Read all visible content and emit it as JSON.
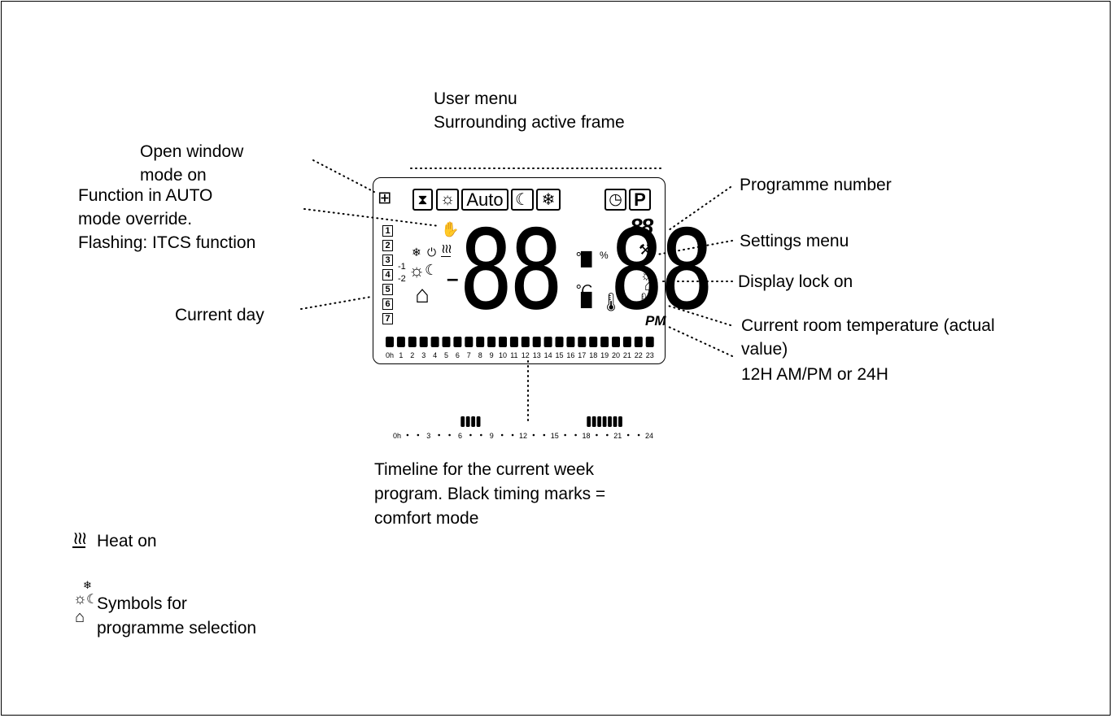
{
  "labels": {
    "user_menu_1": "User menu",
    "user_menu_2": "Surrounding active frame",
    "open_window_1": "Open window",
    "open_window_2": "mode on",
    "function_auto_1": "Function in AUTO",
    "function_auto_2": "mode override.",
    "function_auto_3": "Flashing: ITCS function",
    "current_day": "Current day",
    "programme_number": "Programme number",
    "settings_menu": "Settings menu",
    "display_lock": "Display lock on",
    "current_temp_1": "Current room temperature (actual",
    "current_temp_2": "value)",
    "time_format": "12H AM/PM or 24H",
    "timeline_1": "Timeline for the current week",
    "timeline_2": "program. Black timing marks =",
    "timeline_3": "comfort mode",
    "heat_on": "Heat on",
    "symbols_1": "Symbols for",
    "symbols_2": "programme selection"
  },
  "lcd": {
    "auto": "Auto",
    "p": "P",
    "digits": "88:88",
    "prog_digits": "88",
    "percent": "%",
    "deg_f": "°F",
    "deg_c": "°C",
    "pm": "PM",
    "offset_1": "-1",
    "offset_2": "-2",
    "minus": "–",
    "days": [
      "1",
      "2",
      "3",
      "4",
      "5",
      "6",
      "7"
    ],
    "hours": [
      "0h",
      "1",
      "2",
      "3",
      "4",
      "5",
      "6",
      "7",
      "8",
      "9",
      "10",
      "11",
      "12",
      "13",
      "14",
      "15",
      "16",
      "17",
      "18",
      "19",
      "20",
      "21",
      "22",
      "23"
    ]
  },
  "timeline": {
    "ticks": [
      "0h",
      "3",
      "6",
      "9",
      "12",
      "15",
      "18",
      "21",
      "24"
    ],
    "comfort_blocks_hours": [
      [
        6,
        8
      ],
      [
        18,
        21.5
      ]
    ]
  },
  "icons": [
    "open-window-icon",
    "hourglass-icon",
    "sun-icon",
    "moon-icon",
    "snowflake-icon",
    "clock-icon",
    "hand-icon",
    "heat-icon",
    "power-icon",
    "house-icon",
    "thermometer-icon",
    "tools-icon",
    "key-lock-icon"
  ]
}
